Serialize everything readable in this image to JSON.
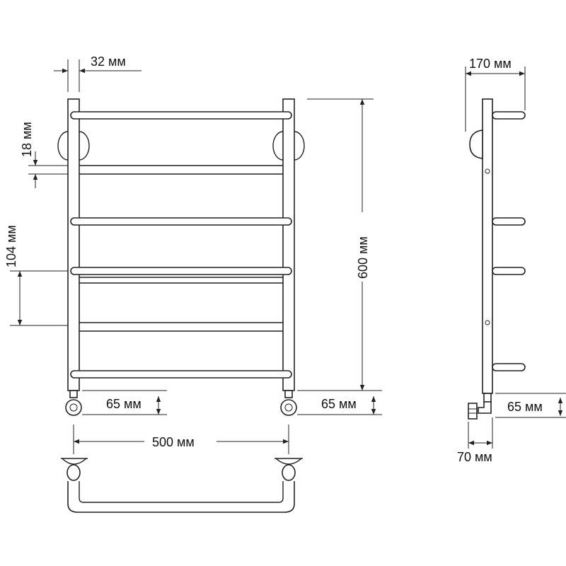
{
  "dimensions": {
    "top_width": "32 мм",
    "top_offset": "18 мм",
    "spacing": "104 мм",
    "height": "600 мм",
    "left_connection": "65 мм",
    "right_connection": "65 мм",
    "side_connection": "65 мм",
    "width": "500 мм",
    "depth": "170 мм",
    "wall_offset": "70 мм"
  }
}
